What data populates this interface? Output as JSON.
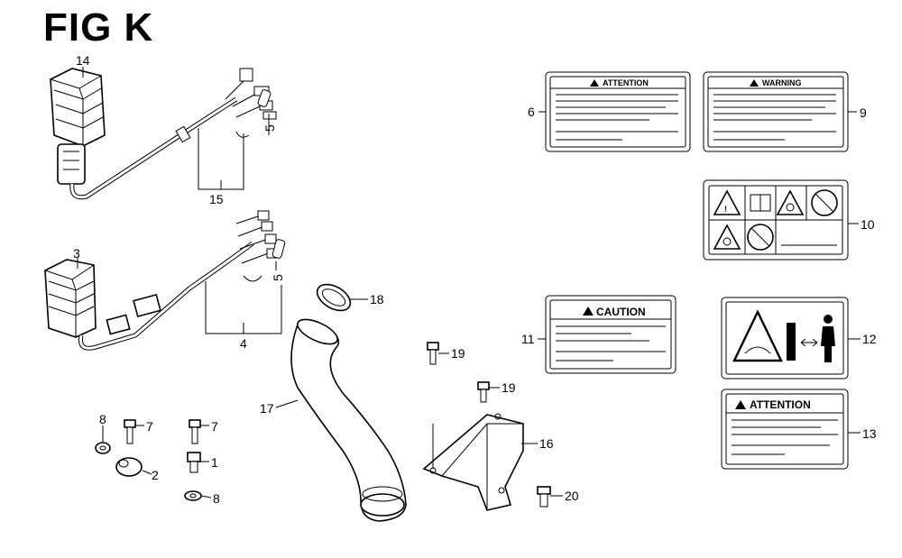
{
  "figure": {
    "title": "FIG K",
    "callouts": [
      "1",
      "2",
      "3",
      "4",
      "5",
      "5",
      "6",
      "7",
      "7",
      "8",
      "8",
      "9",
      "10",
      "11",
      "12",
      "13",
      "14",
      "15",
      "16",
      "17",
      "18",
      "19",
      "19",
      "20"
    ]
  },
  "labels": {
    "attention_small": "ATTENTION",
    "warning": "WARNING",
    "caution": "CAUTION",
    "attention_large": "ATTENTION"
  },
  "colors": {
    "line": "#000000",
    "background": "#ffffff"
  }
}
